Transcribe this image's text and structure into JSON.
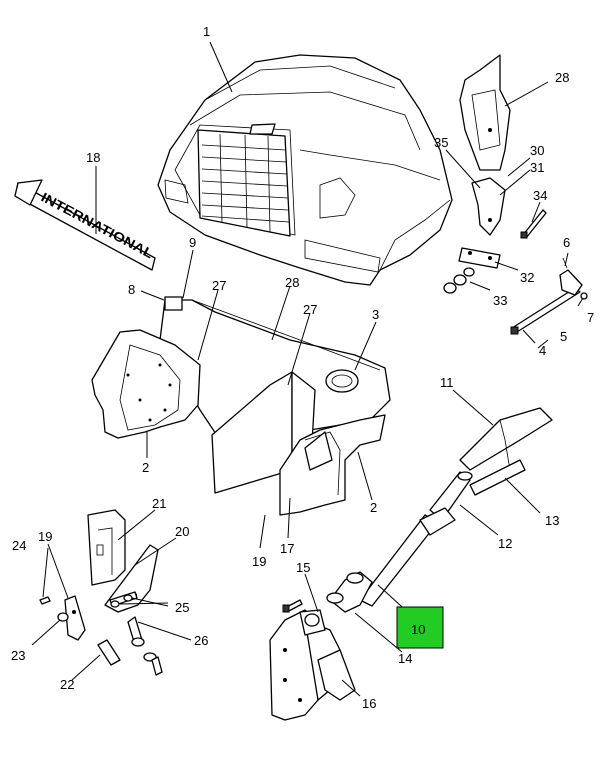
{
  "diagram": {
    "emblem_text": "INTERNATIONAL",
    "highlight_color": "#22cc22",
    "highlighted_callout": "10",
    "callouts": [
      {
        "id": "c1",
        "label": "1"
      },
      {
        "id": "c2a",
        "label": "2"
      },
      {
        "id": "c2b",
        "label": "2"
      },
      {
        "id": "c3",
        "label": "3"
      },
      {
        "id": "c4",
        "label": "4"
      },
      {
        "id": "c5",
        "label": "5"
      },
      {
        "id": "c6",
        "label": "6"
      },
      {
        "id": "c7",
        "label": "7"
      },
      {
        "id": "c8",
        "label": "8"
      },
      {
        "id": "c9",
        "label": "9"
      },
      {
        "id": "c11",
        "label": "11"
      },
      {
        "id": "c12",
        "label": "12"
      },
      {
        "id": "c13",
        "label": "13"
      },
      {
        "id": "c14",
        "label": "14"
      },
      {
        "id": "c15",
        "label": "15"
      },
      {
        "id": "c16",
        "label": "16"
      },
      {
        "id": "c17",
        "label": "17"
      },
      {
        "id": "c18",
        "label": "18"
      },
      {
        "id": "c19a",
        "label": "19"
      },
      {
        "id": "c19b",
        "label": "19"
      },
      {
        "id": "c20",
        "label": "20"
      },
      {
        "id": "c21",
        "label": "21"
      },
      {
        "id": "c22",
        "label": "22"
      },
      {
        "id": "c23",
        "label": "23"
      },
      {
        "id": "c24",
        "label": "24"
      },
      {
        "id": "c25",
        "label": "25"
      },
      {
        "id": "c26",
        "label": "26"
      },
      {
        "id": "c27a",
        "label": "27"
      },
      {
        "id": "c27b",
        "label": "27"
      },
      {
        "id": "c28a",
        "label": "28"
      },
      {
        "id": "c28b",
        "label": "28"
      },
      {
        "id": "c30",
        "label": "30"
      },
      {
        "id": "c31",
        "label": "31"
      },
      {
        "id": "c32",
        "label": "32"
      },
      {
        "id": "c33",
        "label": "33"
      },
      {
        "id": "c34",
        "label": "34"
      },
      {
        "id": "c35",
        "label": "35"
      }
    ]
  }
}
